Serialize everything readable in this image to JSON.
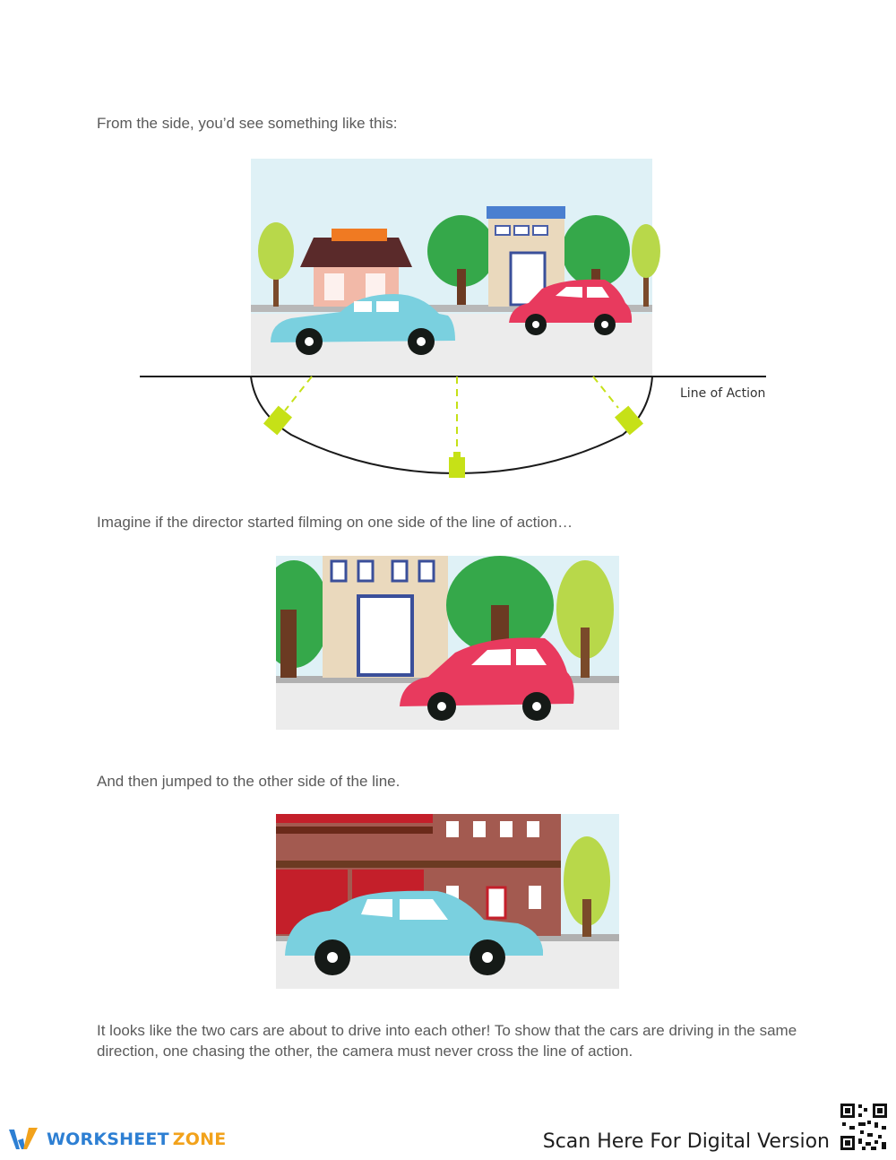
{
  "text": {
    "p1": "From the side, you’d see something like this:",
    "p2": "Imagine if the director started filming on one side of the line of action…",
    "p3": "And then jumped to the other side of the line.",
    "p4": "It looks like the two cars are about to drive into each other! To show that the cars are driving in the same direction, one chasing the other, the camera must never cross the line of action."
  },
  "diagram": {
    "line_label": "Line of Action"
  },
  "footer": {
    "brand_part1": "WORKSHEET",
    "brand_part2": "ZONE",
    "scan_text": "Scan Here For Digital Version"
  },
  "colors": {
    "sky": "#dff1f6",
    "road": "#ececec",
    "blue_car": "#7ad0df",
    "red_car": "#e83a5e",
    "camera": "#c6e117",
    "tree": "#35a84a",
    "brand_blue": "#2d7fd3",
    "brand_orange": "#f2a21b"
  }
}
